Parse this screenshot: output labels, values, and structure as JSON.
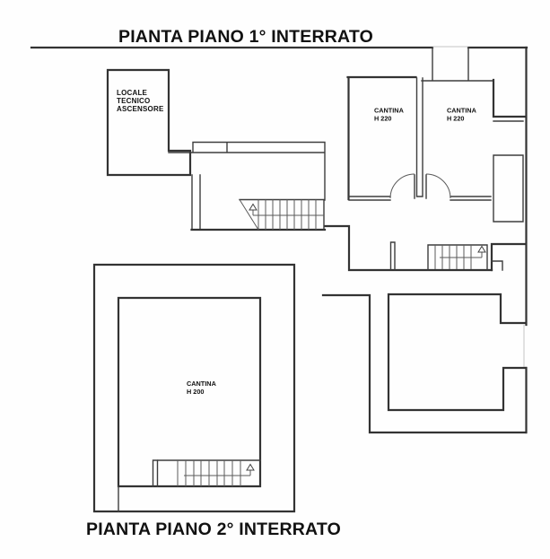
{
  "colors": {
    "background": "#fefefe",
    "wall_line": "#333333",
    "partition_line": "#3d3d3d",
    "stair_line": "#5a5a5a",
    "opening_line": "#c4c4c4",
    "text": "#111111"
  },
  "floor1": {
    "title": "PIANTA PIANO 1° INTERRATO",
    "rooms": {
      "locale_tecnico": {
        "line1": "LOCALE",
        "line2": "TECNICO",
        "line3": "ASCENSORE"
      },
      "cantina_left": {
        "name": "CANTINA",
        "height": "H 220"
      },
      "cantina_right": {
        "name": "CANTINA",
        "height": "H 220"
      }
    }
  },
  "floor2": {
    "title": "PIANTA PIANO 2° INTERRATO",
    "rooms": {
      "cantina": {
        "name": "CANTINA",
        "height": "H 200"
      }
    }
  }
}
